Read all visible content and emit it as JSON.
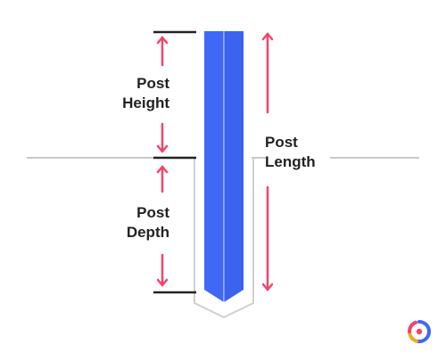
{
  "diagram": {
    "labels": {
      "post_height": [
        "Post",
        "Height"
      ],
      "post_depth": [
        "Post",
        "Depth"
      ],
      "post_length": [
        "Post",
        "Length"
      ]
    },
    "colors": {
      "post": "#3f68f6",
      "post_shading": "#2f55d9",
      "arrow": "#f0456a",
      "ground": "#c9c9c9",
      "hole": "#d0d0d0",
      "marker": "#222222",
      "text": "#222222"
    },
    "logo": {
      "name": "circular-logo-icon",
      "colors": [
        "#3f68f6",
        "#f0456a",
        "#f5a623"
      ]
    }
  }
}
